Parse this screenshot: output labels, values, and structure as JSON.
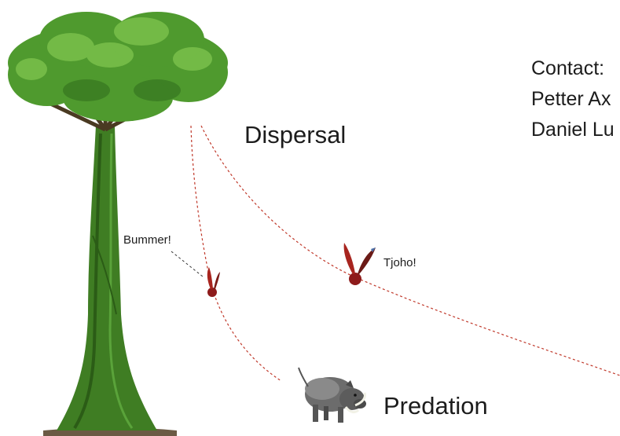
{
  "contact": {
    "heading": "Contact:",
    "line1": "Petter Ax",
    "line2": "Daniel Lu"
  },
  "labels": {
    "dispersal": "Dispersal",
    "predation": "Predation",
    "bummer": "Bummer!",
    "tjoho": "Tjoho!"
  },
  "colors": {
    "trajectory": "#c0392b",
    "seed": "#8e1b1b",
    "foliage": "#4f9a2e",
    "trunk": "#3f7d23"
  },
  "icons": {
    "tree": "tree-icon",
    "seed": "winged-seed-icon",
    "warthog": "warthog-icon"
  }
}
